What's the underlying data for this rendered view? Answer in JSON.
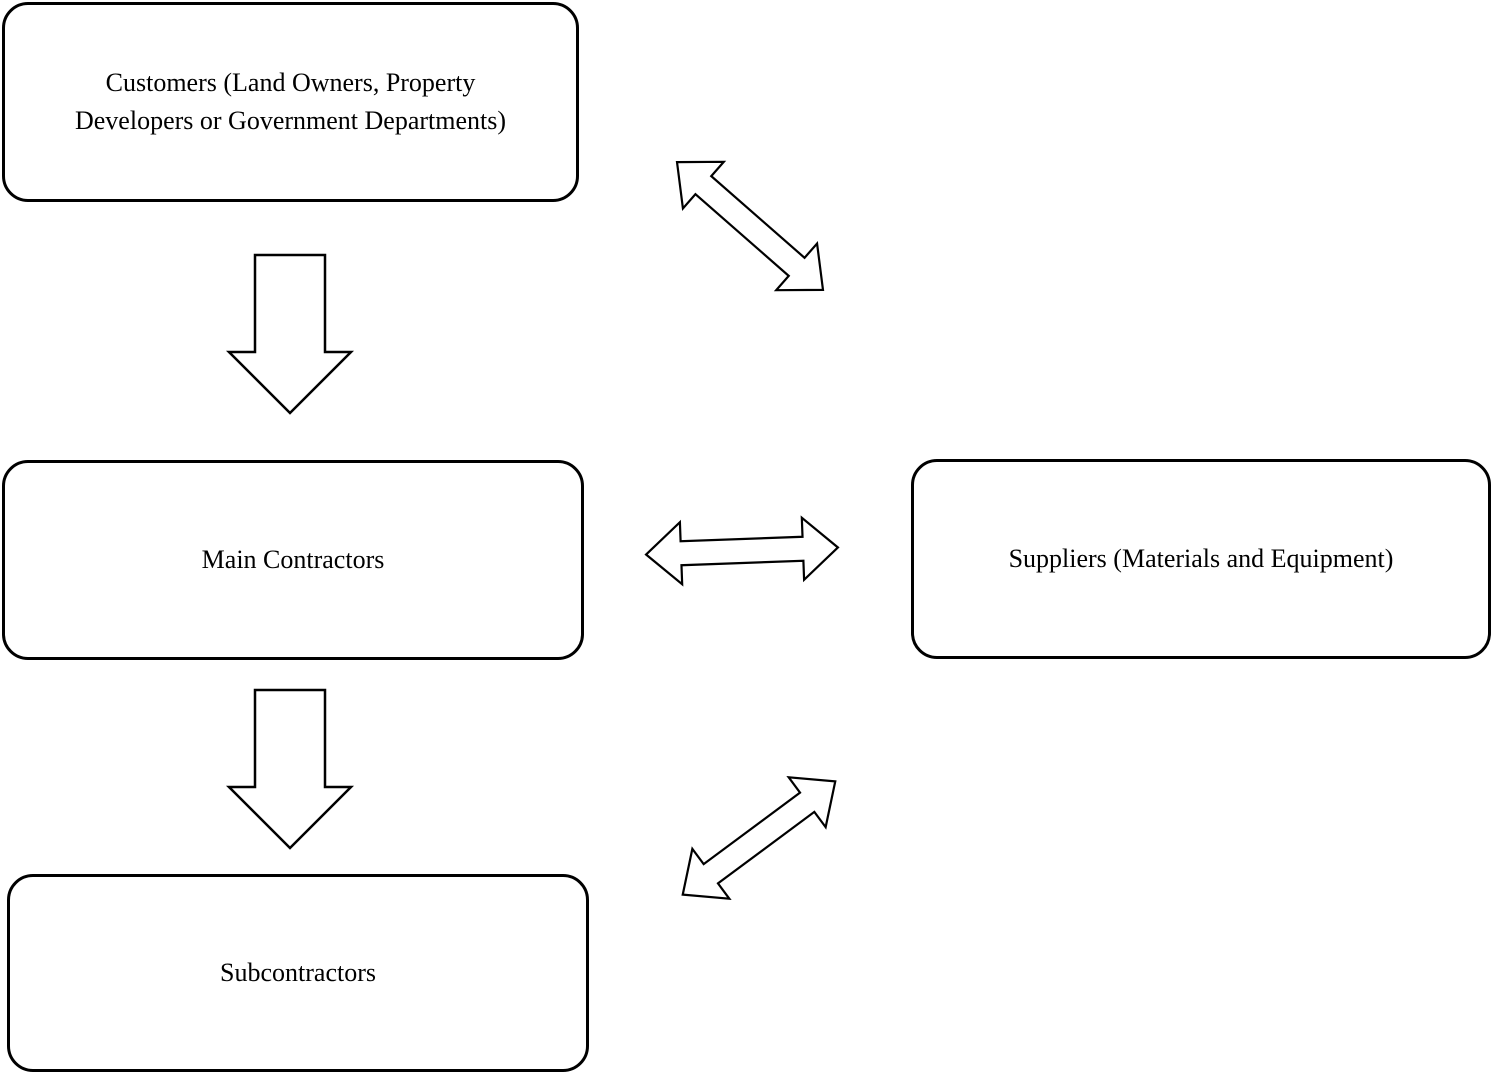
{
  "diagram": {
    "background_color": "#ffffff",
    "stroke_color": "#000000",
    "node_fill_color": "#ffffff",
    "nodes": [
      {
        "id": "customers",
        "label": "Customers (Land Owners, Property Developers or Government Departments)"
      },
      {
        "id": "main-contractors",
        "label": "Main Contractors"
      },
      {
        "id": "suppliers",
        "label": "Suppliers (Materials and Equipment)"
      },
      {
        "id": "subcontractors",
        "label": "Subcontractors"
      }
    ],
    "edges": [
      {
        "from": "customers",
        "to": "main-contractors",
        "style": "block-arrow",
        "direction": "down"
      },
      {
        "from": "main-contractors",
        "to": "subcontractors",
        "style": "block-arrow",
        "direction": "down"
      },
      {
        "from": "customers",
        "to": "suppliers",
        "style": "double-headed-arrow",
        "direction": "bidirectional",
        "orientation": "diagonal"
      },
      {
        "from": "main-contractors",
        "to": "suppliers",
        "style": "double-headed-arrow",
        "direction": "bidirectional",
        "orientation": "horizontal"
      },
      {
        "from": "subcontractors",
        "to": "suppliers",
        "style": "double-headed-arrow",
        "direction": "bidirectional",
        "orientation": "diagonal"
      }
    ]
  }
}
